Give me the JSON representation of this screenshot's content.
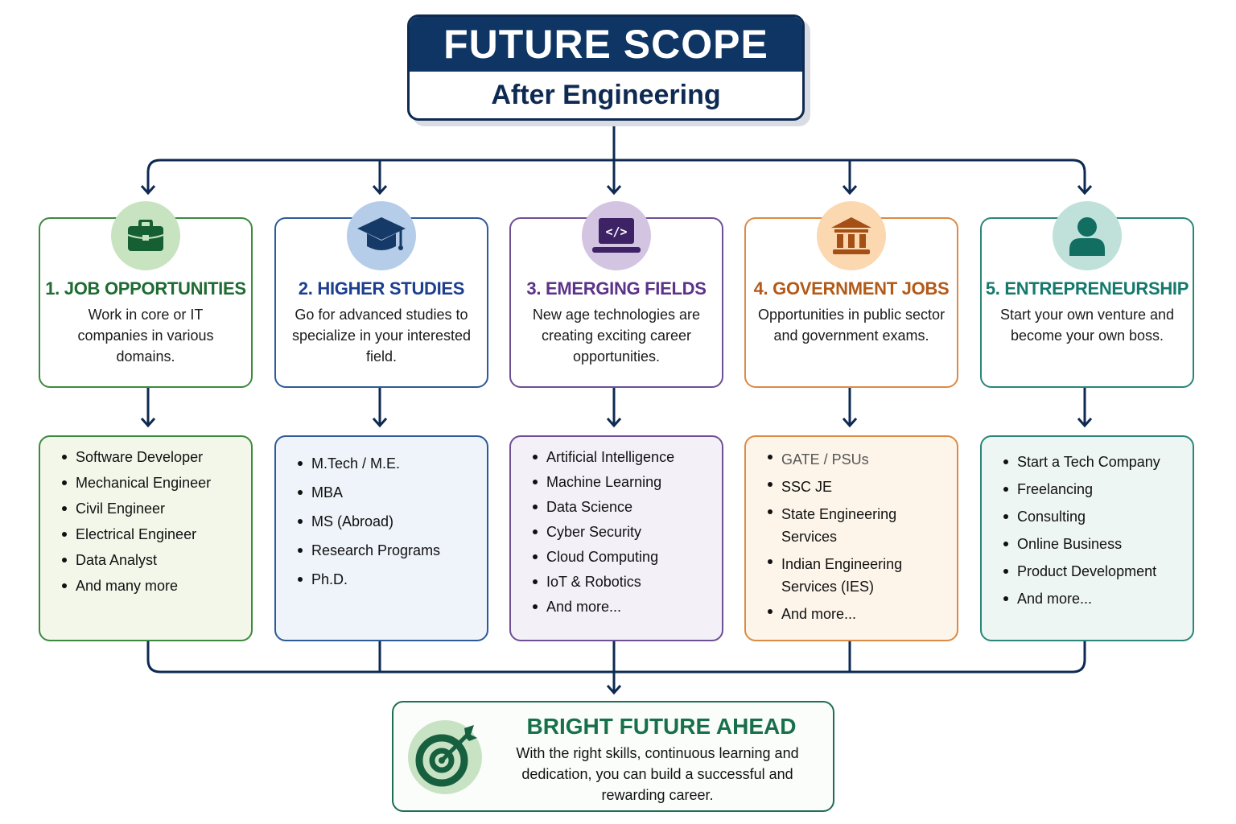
{
  "header": {
    "title": "FUTURE SCOPE",
    "subtitle": "After Engineering"
  },
  "colors": {
    "navy": "#0e3563",
    "line": "#0e2a52"
  },
  "categories": [
    {
      "number": "1.",
      "title": "1. JOB OPPORTUNITIES",
      "description": "Work in core or IT companies in various domains.",
      "icon": "briefcase-icon",
      "color": "#1e6b33",
      "border": "#3c8a3f",
      "icon_bg": "#c7e3c0",
      "list_bg": "#f2f7ea",
      "items": [
        "Software Developer",
        "Mechanical Engineer",
        "Civil Engineer",
        "Electrical Engineer",
        "Data Analyst",
        "And many more"
      ]
    },
    {
      "number": "2.",
      "title": "2. HIGHER STUDIES",
      "description": "Go for advanced studies to specialize in your interested field.",
      "icon": "graduation-cap-icon",
      "color": "#1c3f8f",
      "border": "#2e5a98",
      "icon_bg": "#b5cde8",
      "list_bg": "#eef4f9",
      "items": [
        "M.Tech / M.E.",
        "MBA",
        "MS (Abroad)",
        "Research Programs",
        "Ph.D."
      ]
    },
    {
      "number": "3.",
      "title": "3. EMERGING FIELDS",
      "description": "New age technologies are creating exciting career opportunities.",
      "icon": "laptop-code-icon",
      "color": "#5b3388",
      "border": "#6e4f94",
      "icon_bg": "#d3c5e2",
      "list_bg": "#f3f0f8",
      "items": [
        "Artificial Intelligence",
        "Machine Learning",
        "Data Science",
        "Cyber Security",
        "Cloud Computing",
        "IoT & Robotics",
        "And more..."
      ]
    },
    {
      "number": "4.",
      "title": "4. GOVERNMENT JOBS",
      "description": "Opportunities in public sector and government exams.",
      "icon": "government-building-icon",
      "color": "#b35a18",
      "border": "#dc8a45",
      "icon_bg": "#fbd8b0",
      "list_bg": "#fdf5ea",
      "items": [
        "GATE / PSUs",
        "SSC JE",
        "State Engineering Services",
        "Indian Engineering Services (IES)",
        "And more..."
      ]
    },
    {
      "number": "5.",
      "title": "5. ENTREPRENEURSHIP",
      "description": "Start your own venture and become your own boss.",
      "icon": "person-icon",
      "color": "#147a6d",
      "border": "#2a8678",
      "icon_bg": "#bfe1da",
      "list_bg": "#eef6f4",
      "items": [
        "Start a Tech Company",
        "Freelancing",
        "Consulting",
        "Online Business",
        "Product Development",
        "And more..."
      ]
    }
  ],
  "footer": {
    "title": "BRIGHT FUTURE AHEAD",
    "text": "With the right skills, continuous learning and dedication, you can build a successful and rewarding career.",
    "icon": "target-icon"
  }
}
